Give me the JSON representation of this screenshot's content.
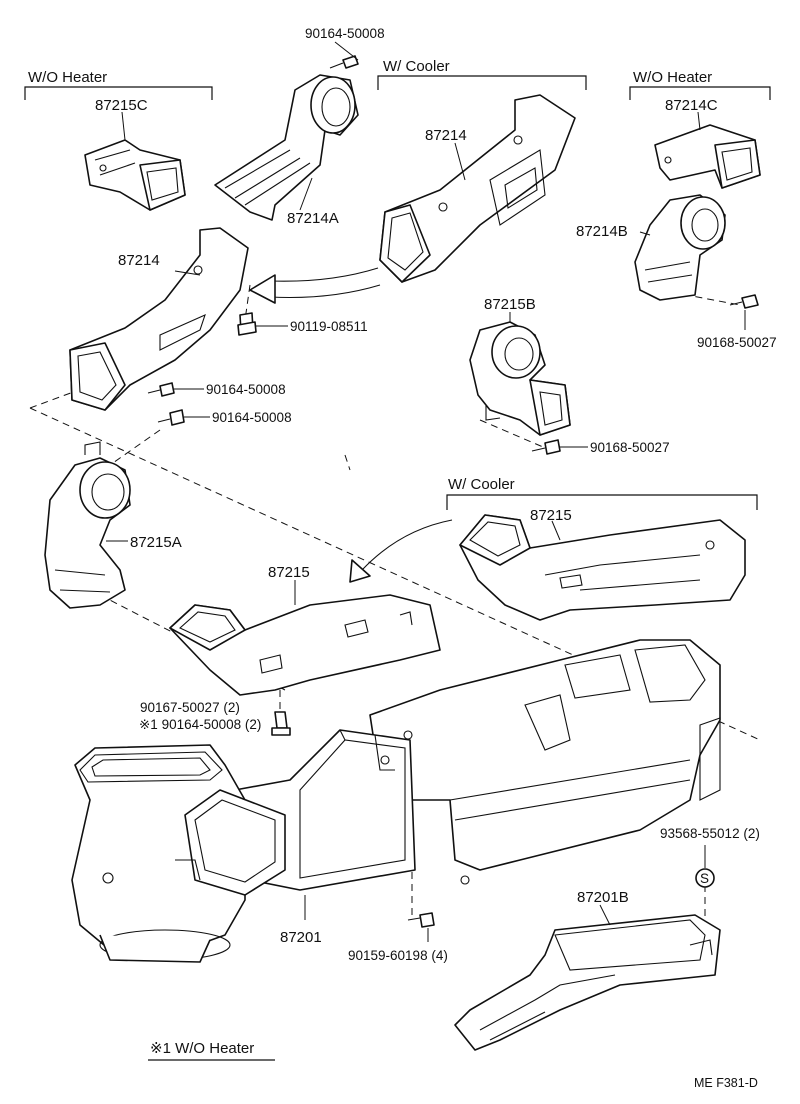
{
  "groups": {
    "wo_heater_left": "W/O Heater",
    "wo_heater_right": "W/O Heater",
    "w_cooler_top": "W/ Cooler",
    "w_cooler_mid": "W/ Cooler"
  },
  "parts": {
    "p87215C": "87215C",
    "p87214C": "87214C",
    "p87214A": "87214A",
    "p87214_top": "87214",
    "p87214_left": "87214",
    "p87214B": "87214B",
    "p87215B": "87215B",
    "p87215A": "87215A",
    "p87215_mid": "87215",
    "p87215_right": "87215",
    "p87201": "87201",
    "p87201B": "87201B"
  },
  "fasteners": {
    "f90164_50008_top": "90164-50008",
    "f90119_08511": "90119-08511",
    "f90164_50008_a": "90164-50008",
    "f90164_50008_b": "90164-50008",
    "f90168_50027_right": "90168-50027",
    "f90168_50027_mid": "90168-50027",
    "f90167_50027": "90167-50027 (2)",
    "f90164_50008_note": "※1 90164-50008 (2)",
    "f93568_55012": "93568-55012 (2)",
    "f90159_60198": "90159-60198 (4)"
  },
  "marks": {
    "s_mark": "S"
  },
  "footnote": "※1 W/O Heater",
  "drawing_code": "ME  F381-D"
}
